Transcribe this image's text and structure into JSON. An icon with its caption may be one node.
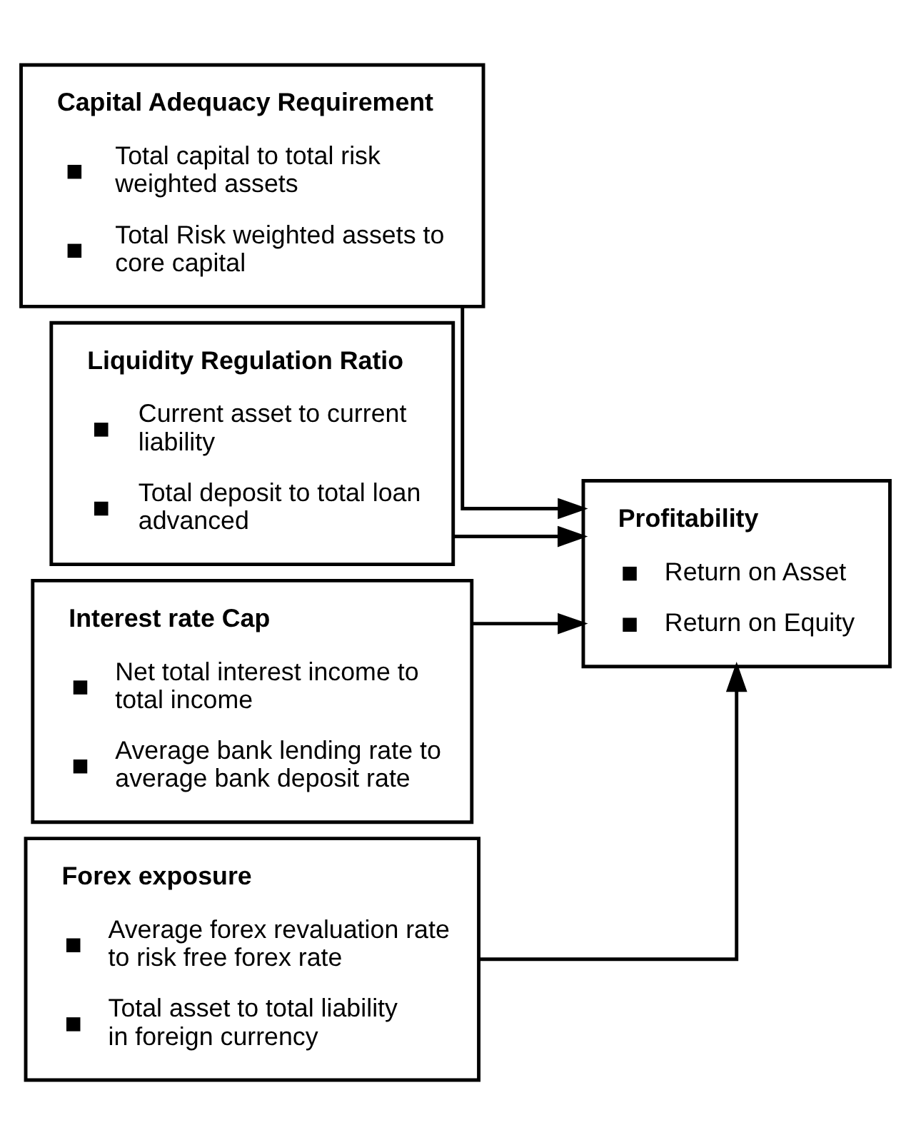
{
  "diagram": {
    "nodes": [
      {
        "text": [
          "Capital Adequacy Requirement",
          "Total capital to total risk weighted assets",
          "Total Risk weighted assets to core capital"
        ]
      },
      {
        "text": [
          "Liquidity Regulation Ratio",
          "Current asset to current liability",
          "Total deposit to total loan advanced"
        ]
      },
      {
        "text": [
          "Interest rate Cap",
          "Net total interest income to total income",
          "Average bank lending rate to average bank deposit rate"
        ]
      },
      {
        "text": [
          "Forex exposure",
          "Average forex revaluation rate to risk free forex rate",
          "Total asset to total liability in foreign currency"
        ]
      },
      {
        "text": [
          "Profitability",
          "Return on Asset",
          "Return on Equity"
        ]
      }
    ],
    "edges": [
      {
        "from": 0,
        "to": 4,
        "arrow": "to"
      },
      {
        "from": 1,
        "to": 4,
        "arrow": "to"
      },
      {
        "from": 2,
        "to": 4,
        "arrow": "to"
      },
      {
        "from": 3,
        "to": 4,
        "arrow": "to"
      }
    ]
  }
}
